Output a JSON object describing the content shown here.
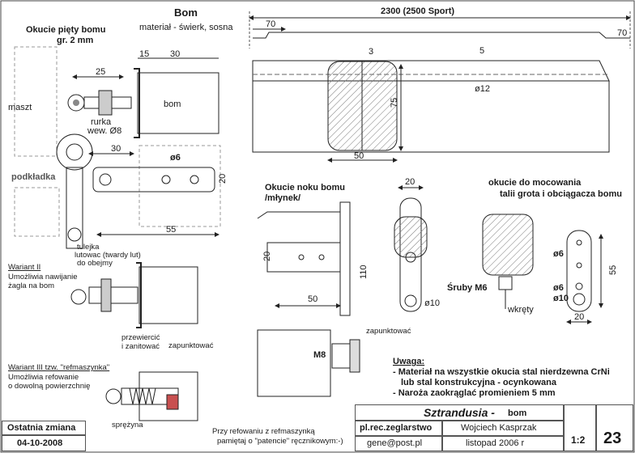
{
  "drawing": {
    "top_title": "Bom",
    "material": "materiał - świerk, sosna",
    "heel_fitting_title": "Okucie pięty bomu",
    "heel_fitting_sub": "gr. 2 mm",
    "length_dim": "2300 (2500 Sport)",
    "boom_label": "bom",
    "mast_label": "maszt",
    "tube_label": "rurka",
    "tube_label2": "wew. Ø8",
    "washer_label": "podkładka",
    "sleeve_label": "tulejka",
    "sleeve_label2": "lutowac (twardy lut)",
    "sleeve_label3": "do obejmy",
    "variant2_title": "Wariant II",
    "variant2_l1": "Umożliwia nawijanie",
    "variant2_l2": "żagla na bom",
    "variant3_title": "Wariant III tzw. \"refmaszynka\"",
    "variant3_l1": "Umożliwia refowanie",
    "variant3_l2": "o dowolną powierzchnię",
    "drill_label": "przewiercić",
    "drill_label2": "i zanitować",
    "plug_label": "zapunktować",
    "plug_label_b": "zapunktować",
    "spring_label": "sprężyna",
    "reef_note1": "Przy refowaniu z refmaszynką",
    "reef_note2": "pamiętaj o \"patencie\" ręcznikowym:-)",
    "end_fitting_title": "Okucie noku bomu",
    "end_fitting_sub": "/młynek/",
    "mainsheet_title": "okucie do mocowania",
    "mainsheet_title2": "talii grota i obciągacza bomu",
    "screws_label": "Śruby M6",
    "screws_label2": "wkręty",
    "m8_label": "M8",
    "notes_title": "Uwaga:",
    "note1": "- Materiał na wszystkie okucia stal nierdzewna CrNi",
    "note1b": "lub stal konstrukcyjna - ocynkowana",
    "note2": "- Naroża zaokrąglać promieniem 5 mm",
    "dims": {
      "d15": "15",
      "d30a": "30",
      "d25": "25",
      "d30b": "30",
      "d6a": "ø6",
      "d20a": "20",
      "d55a": "55",
      "d70a": "70",
      "d70b": "70",
      "d3": "3",
      "d5": "5",
      "d12": "ø12",
      "d75": "75",
      "d50a": "50",
      "d20b": "20",
      "d110": "110",
      "d50b": "50",
      "d10a": "ø10",
      "d20c": "20",
      "d6b": "ø6",
      "d6c": "ø6",
      "d10b": "ø10",
      "d55b": "55",
      "d20d": "20"
    }
  },
  "title_block": {
    "last_change_label": "Ostatnia zmiana",
    "last_change_date": "04-10-2008",
    "project": "Sztrandusia -",
    "part": "bom",
    "site": "pl.rec.zeglarstwo",
    "email": "gene@post.pl",
    "author": "Wojciech Kasprzak",
    "date": "listopad 2006 r",
    "scale": "1:2",
    "sheet": "23"
  }
}
